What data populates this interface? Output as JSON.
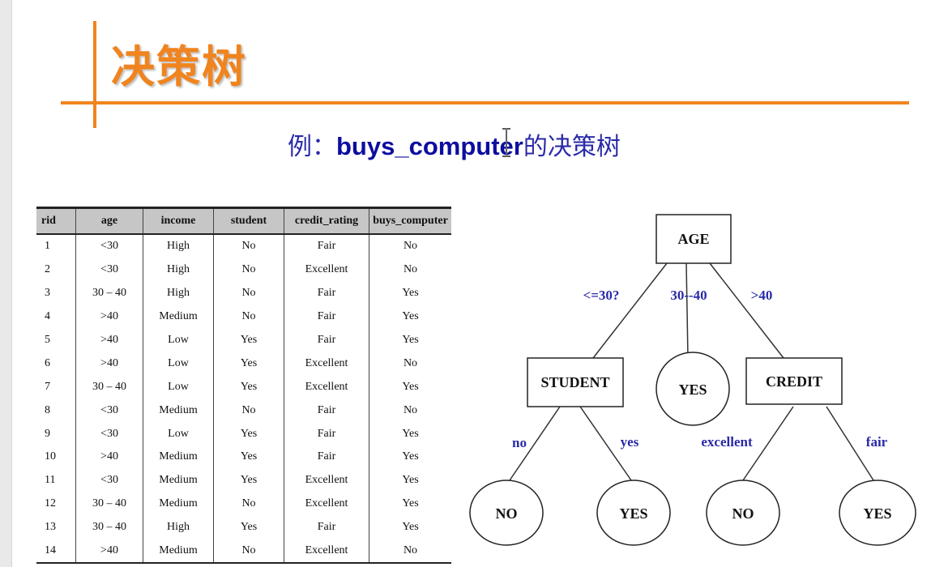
{
  "slide": {
    "title": "决策树",
    "subtitle_prefix": "例：",
    "subtitle_code": "buys_computer",
    "subtitle_suffix": "的决策树",
    "accent_color": "#f0841f"
  },
  "table": {
    "headers": [
      "rid",
      "age",
      "income",
      "student",
      "credit_rating",
      "buys_computer"
    ],
    "rows": [
      [
        "1",
        "<30",
        "High",
        "No",
        "Fair",
        "No"
      ],
      [
        "2",
        "<30",
        "High",
        "No",
        "Excellent",
        "No"
      ],
      [
        "3",
        "30 – 40",
        "High",
        "No",
        "Fair",
        "Yes"
      ],
      [
        "4",
        ">40",
        "Medium",
        "No",
        "Fair",
        "Yes"
      ],
      [
        "5",
        ">40",
        "Low",
        "Yes",
        "Fair",
        "Yes"
      ],
      [
        "6",
        ">40",
        "Low",
        "Yes",
        "Excellent",
        "No"
      ],
      [
        "7",
        "30 – 40",
        "Low",
        "Yes",
        "Excellent",
        "Yes"
      ],
      [
        "8",
        "<30",
        "Medium",
        "No",
        "Fair",
        "No"
      ],
      [
        "9",
        "<30",
        "Low",
        "Yes",
        "Fair",
        "Yes"
      ],
      [
        "10",
        ">40",
        "Medium",
        "Yes",
        "Fair",
        "Yes"
      ],
      [
        "11",
        "<30",
        "Medium",
        "Yes",
        "Excellent",
        "Yes"
      ],
      [
        "12",
        "30 – 40",
        "Medium",
        "No",
        "Excellent",
        "Yes"
      ],
      [
        "13",
        "30 – 40",
        "High",
        "Yes",
        "Fair",
        "Yes"
      ],
      [
        "14",
        ">40",
        "Medium",
        "No",
        "Excellent",
        "No"
      ]
    ]
  },
  "tree": {
    "root": "AGE",
    "student": "STUDENT",
    "credit": "CREDIT",
    "leaf_middle": "YES",
    "leaf_student_no": "NO",
    "leaf_student_yes": "YES",
    "leaf_credit_excellent": "NO",
    "leaf_credit_fair": "YES",
    "edge_age_le30": "<=30?",
    "edge_age_30_40": "30--40",
    "edge_age_gt40": ">40",
    "edge_student_no": "no",
    "edge_student_yes": "yes",
    "edge_credit_excellent": "excellent",
    "edge_credit_fair": "fair"
  },
  "icons": {
    "cursor": "text-cursor-icon"
  }
}
